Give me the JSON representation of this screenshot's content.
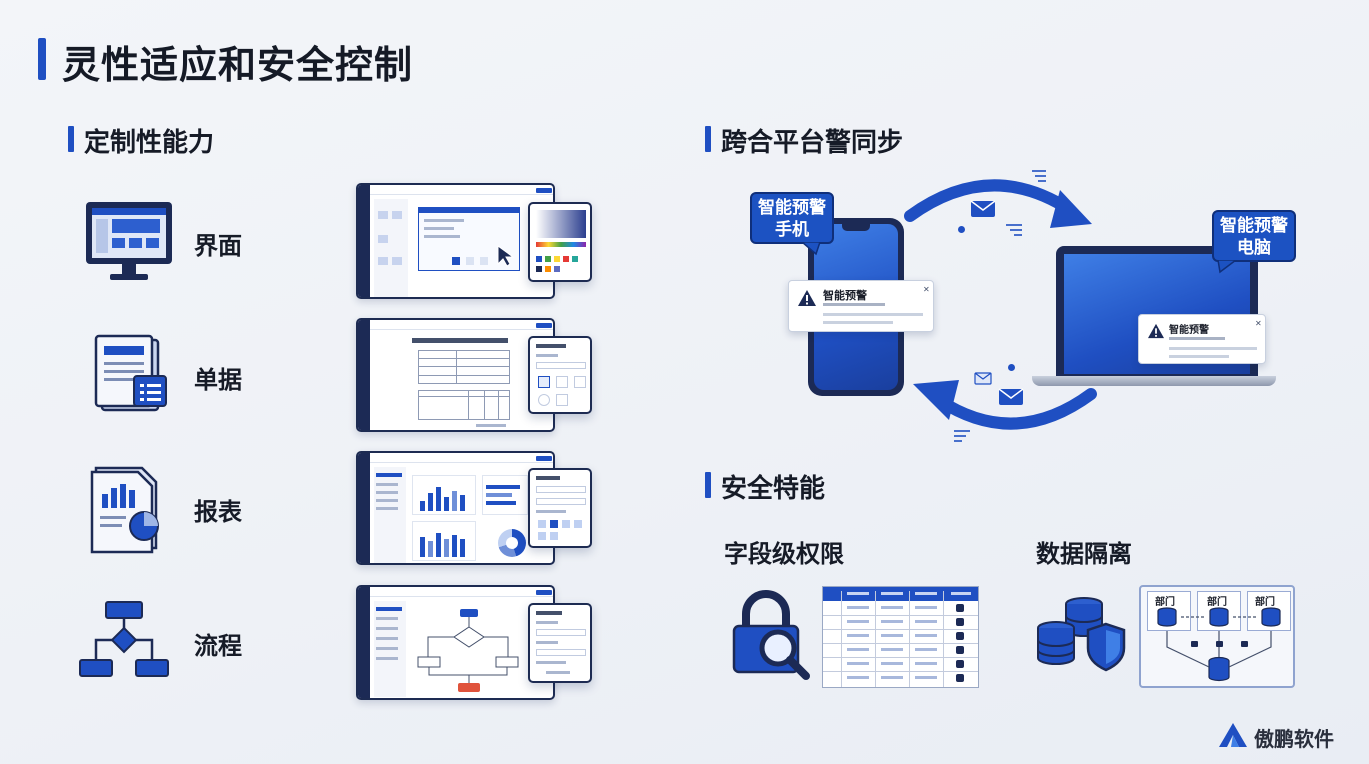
{
  "page": {
    "title": "灵性适应和安全控制"
  },
  "customization": {
    "title": "定制性能力",
    "items": [
      {
        "label": "界面",
        "icon": "monitor-icon"
      },
      {
        "label": "单据",
        "icon": "document-icon"
      },
      {
        "label": "报表",
        "icon": "report-chart-icon"
      },
      {
        "label": "流程",
        "icon": "flowchart-icon"
      }
    ]
  },
  "sync": {
    "title": "跨合平台警同步",
    "phone_bubble": {
      "line1": "智能预警",
      "line2": "手机"
    },
    "pc_bubble": {
      "line1": "智能预警",
      "line2": "电脑"
    },
    "phone_alert": {
      "title": "智能预警"
    },
    "pc_alert": {
      "title": "智能预警"
    }
  },
  "security": {
    "title": "安全特能",
    "field_level": {
      "title": "字段级权限"
    },
    "data_isolation": {
      "title": "数据隔离",
      "departments": [
        "部门",
        "部门",
        "部门"
      ]
    }
  },
  "brand": {
    "name": "傲鹏软件",
    "accent": "#1f4fc2",
    "dark": "#1c2a55"
  }
}
